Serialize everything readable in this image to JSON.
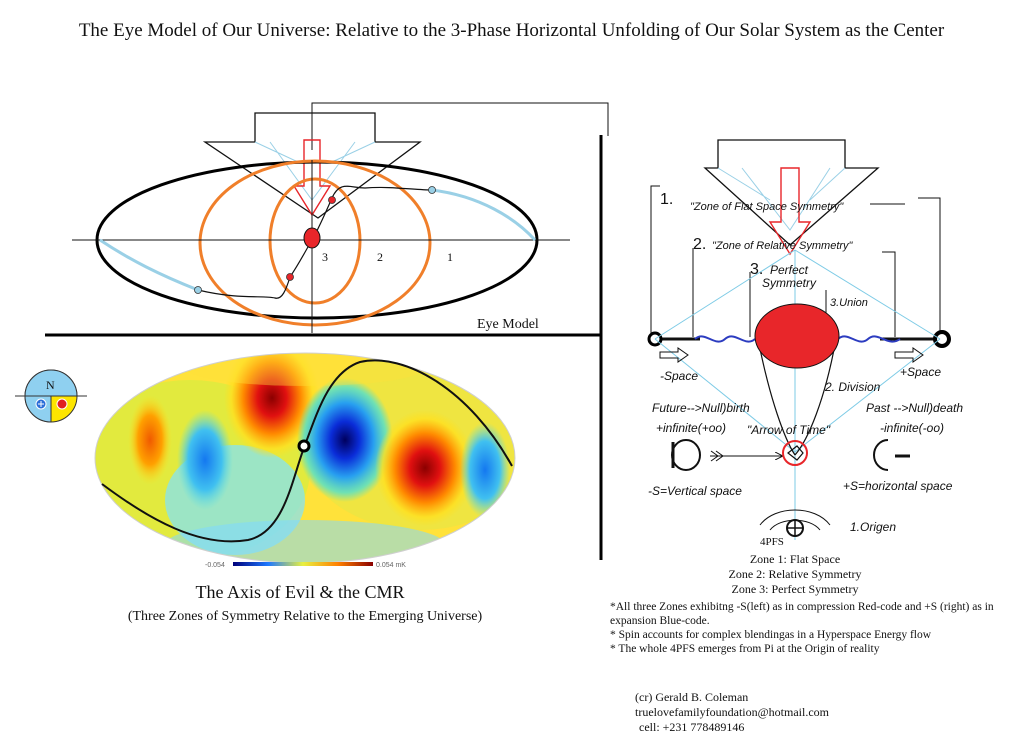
{
  "title": "The Eye Model of Our Universe: Relative to the 3-Phase Horizontal Unfolding of Our Solar System as the Center",
  "eye_model": {
    "label": "Eye Model",
    "zone_numbers": [
      "3",
      "2",
      "1"
    ]
  },
  "cmb": {
    "compass_letter": "N",
    "scale_min": "-0.054",
    "scale_max": "0.054 mK"
  },
  "axis_caption": {
    "title": "The Axis of Evil  & the CMR",
    "subtitle": "(Three Zones of Symmetry Relative to the Emerging Universe)"
  },
  "right_diagram": {
    "zone1_num": "1.",
    "zone1_label": "\"Zone of Flat Space Symmetry\"",
    "zone2_num": "2.",
    "zone2_label": "\"Zone of Relative Symmetry\"",
    "zone3_num": "3.",
    "zone3_label_line1": "Perfect",
    "zone3_label_line2": "Symmetry",
    "union": "3.Union",
    "minus_space": "-Space",
    "plus_space": "+Space",
    "division": "2. Division",
    "future": "Future-->Null)birth",
    "past": "Past -->Null)death",
    "plus_infinite": "+infinite(+oo)",
    "arrow_of_time": "\"Arrow of Time\"",
    "minus_infinite": "-infinite(-oo)",
    "vertical_space": "-S=Vertical space",
    "horizontal_space": "+S=horizontal space",
    "pfs": "4PFS",
    "origen": "1.Origen"
  },
  "zones": [
    "Zone 1: Flat Space",
    "Zone 2: Relative Symmetry",
    "Zone 3: Perfect Symmetry"
  ],
  "notes": [
    "*All three Zones exhibitng -S(left) as in compression Red-code and +S (right) as in expansion Blue-code.",
    "* Spin accounts for complex blendingas in a Hyperspace Energy flow",
    "* The whole 4PFS emerges from Pi at the Origin of reality"
  ],
  "credits": {
    "line1": "(cr) Gerald B. Coleman",
    "line2": "truelovefamilyfoundation@hotmail.com",
    "line3": "cell: +231 778489146"
  },
  "colors": {
    "orange": "#f07f2a",
    "light_blue": "#9ad0e6",
    "red": "#e8262a",
    "navy": "#1a2a9c"
  }
}
